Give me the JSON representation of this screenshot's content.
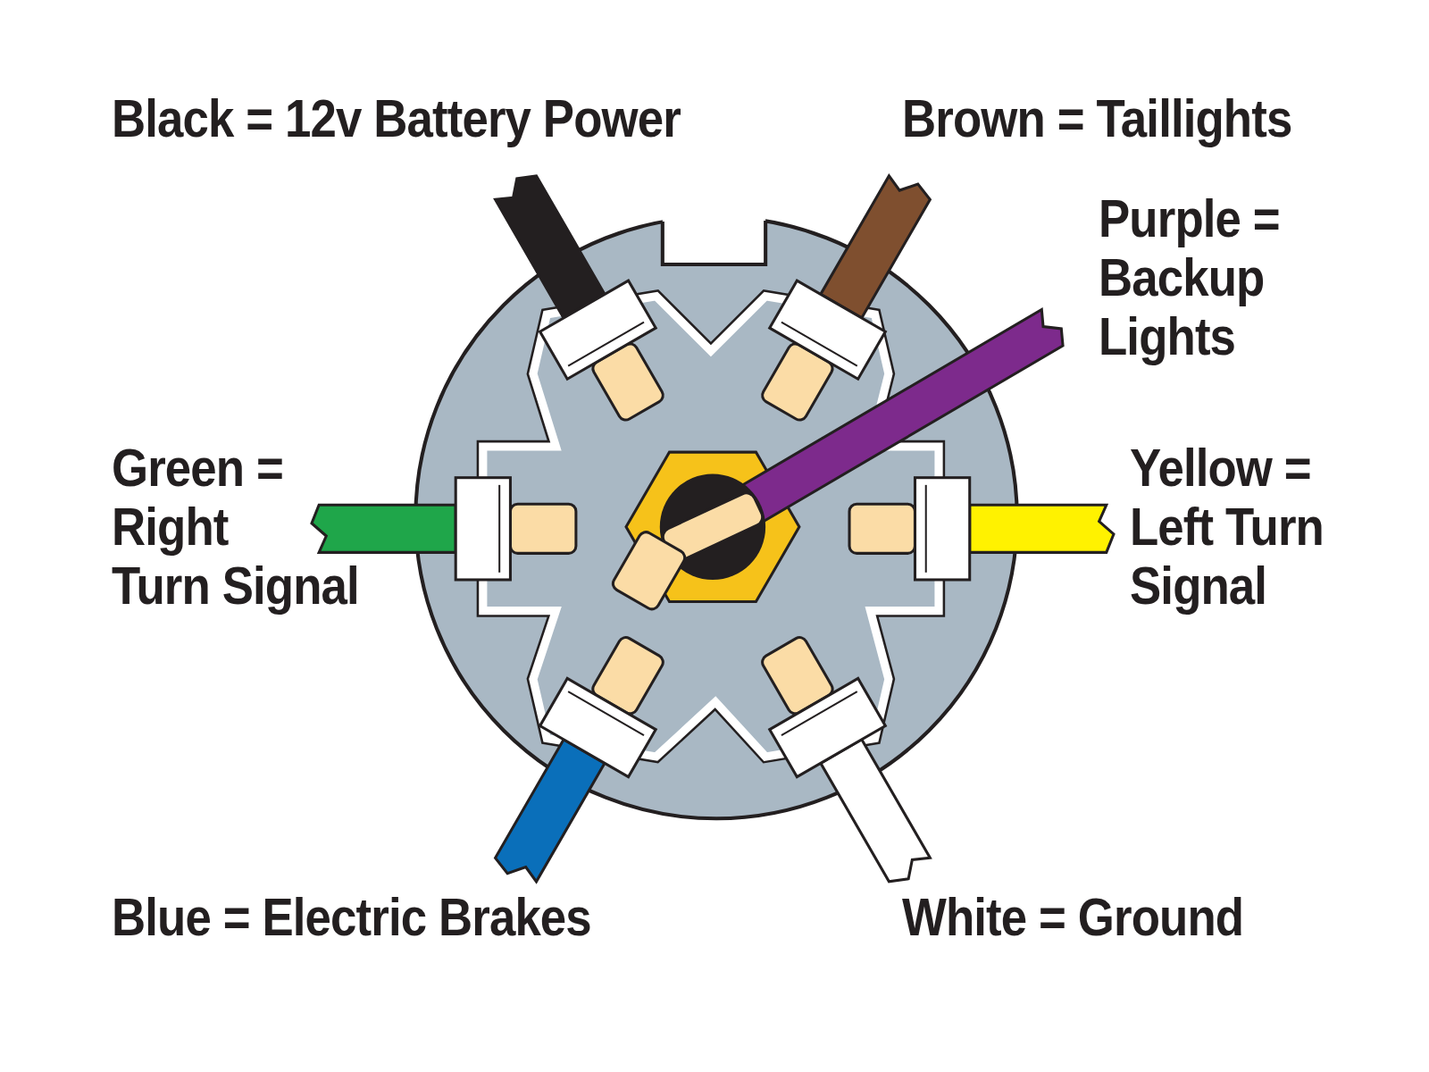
{
  "diagram": {
    "labels": [
      "Black = 12v Battery Power",
      "Brown = Taillights",
      "Purple = Backup Lights",
      "Green = Right Turn Signal",
      "Yellow = Left Turn Signal",
      "Blue = Electric Brakes",
      "White = Ground"
    ]
  }
}
